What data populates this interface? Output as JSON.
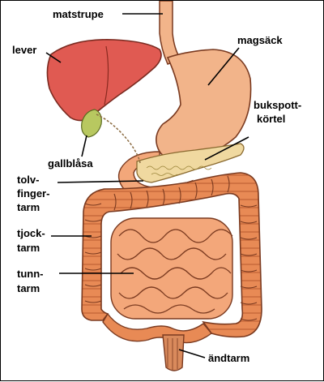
{
  "labels": {
    "matstrupe": "matstrupe",
    "lever": "lever",
    "magsack": "magsäck",
    "bukspott_1": "bukspott-",
    "bukspott_2": "körtel",
    "gallblasa": "gallblåsa",
    "tolv_1": "tolv-",
    "tolv_2": "finger-",
    "tolv_3": "tarm",
    "tjock_1": "tjock-",
    "tjock_2": "tarm",
    "tunn_1": "tunn-",
    "tunn_2": "tarm",
    "andtarm": "ändtarm"
  },
  "colors": {
    "liver": "#e05a52",
    "stomach": "#f2b48a",
    "pancreas": "#f0d9a0",
    "gallbladder": "#b8c860",
    "colon": "#e88a55",
    "small_intestine": "#f3a77a",
    "rectum": "#d98a5c",
    "outline": "#7a3a20"
  }
}
